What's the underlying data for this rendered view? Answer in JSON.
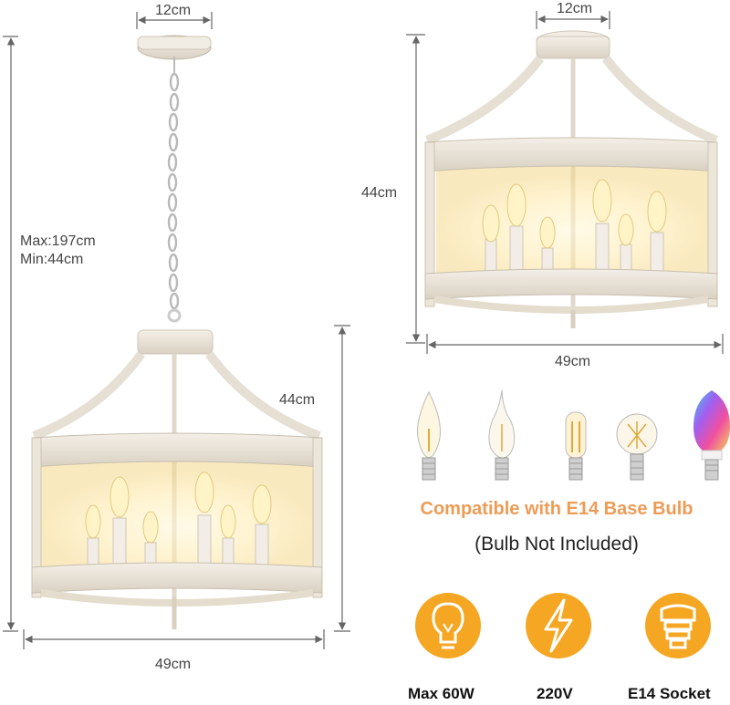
{
  "left_fixture": {
    "canopy_width": "12cm",
    "height_range_max": "Max:197cm",
    "height_range_min": "Min:44cm",
    "body_height": "44cm",
    "width": "49cm"
  },
  "right_fixture": {
    "canopy_width": "12cm",
    "height": "44cm",
    "width": "49cm"
  },
  "bulbs": {
    "compatibility": "Compatible with E14 Base Bulb",
    "note": "(Bulb Not Included)",
    "icons": [
      "candle-bulb-icon",
      "flame-tip-bulb-icon",
      "tubular-bulb-icon",
      "globe-bulb-icon",
      "rgb-smart-bulb-icon"
    ]
  },
  "features": [
    {
      "icon": "lightbulb-icon",
      "label": "Max 60W"
    },
    {
      "icon": "lightning-bolt-icon",
      "label": "220V"
    },
    {
      "icon": "socket-icon",
      "label": "E14 Socket"
    }
  ],
  "colors": {
    "accent_orange": "#f5a623",
    "compat_text": "#ee9b55",
    "fixture_white": "#efe9df",
    "dimension_line": "#666666"
  }
}
